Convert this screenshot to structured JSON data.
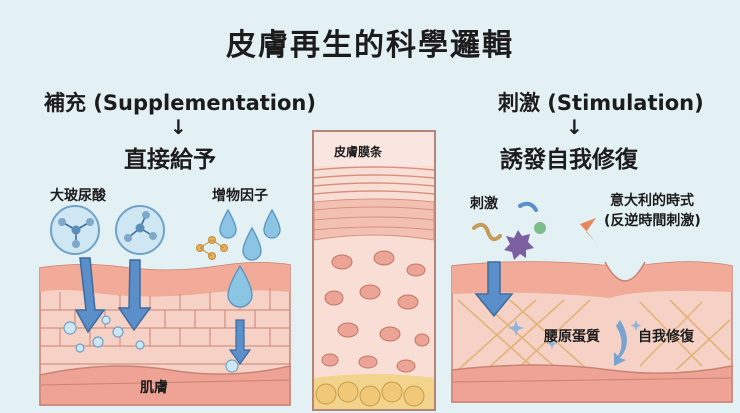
{
  "title": "皮膚再生的科學邏輯",
  "left": {
    "heading": "補充 (Supplementation)",
    "arrow": "↓",
    "subheading": "直接給予",
    "labels": {
      "hyaluronic": "大玻尿酸",
      "growth_factor": "增物因子",
      "skin": "肌膚"
    }
  },
  "center": {
    "label": "皮膚膜条"
  },
  "right": {
    "heading": "刺激 (Stimulation)",
    "arrow": "↓",
    "subheading": "誘發自我修復",
    "labels": {
      "stimulus": "刺激",
      "italian_style_line1": "意大利的時式",
      "italian_style_line2": "(反逆時間刺激)",
      "collagen": "腰原蛋質",
      "self_repair": "自我修復"
    }
  },
  "colors": {
    "background": "#e4f1f4",
    "skin_top": "#f4b9a8",
    "skin_base": "#f6d1c6",
    "arrow_blue": "#5a8fc9",
    "droplet_blue": "#8cc4e4",
    "purple": "#7b5fa0",
    "orange": "#e7865c"
  }
}
